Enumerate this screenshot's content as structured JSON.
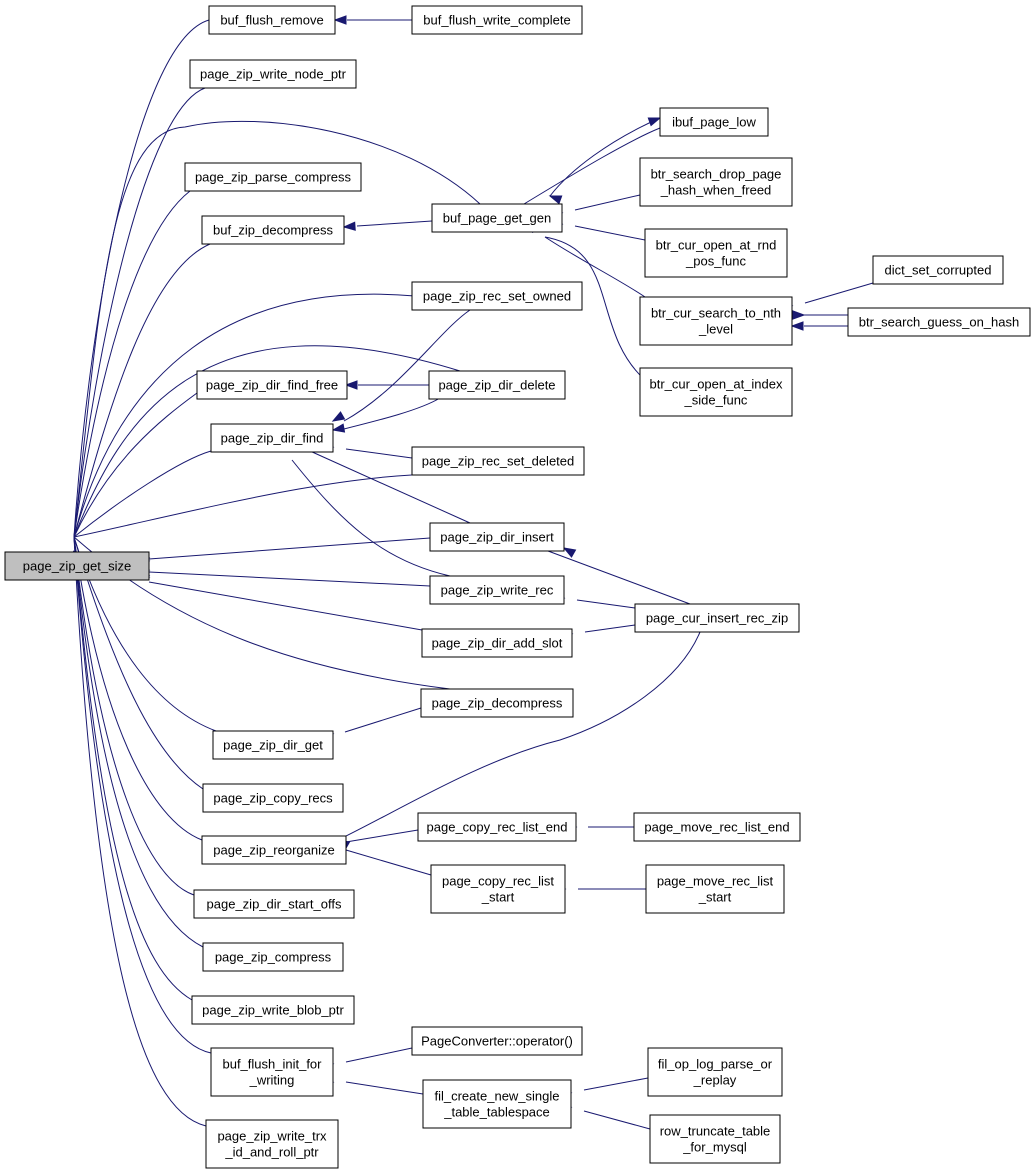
{
  "graph": {
    "edge_color": "#191970",
    "root_fill": "#bfbfbf",
    "node_fill": "#ffffff",
    "nodes": {
      "page_zip_get_size": {
        "label": [
          "page_zip_get_size"
        ]
      },
      "buf_flush_remove": {
        "label": [
          "buf_flush_remove"
        ]
      },
      "buf_flush_write_complete": {
        "label": [
          "buf_flush_write_complete"
        ]
      },
      "page_zip_write_node_ptr": {
        "label": [
          "page_zip_write_node_ptr"
        ]
      },
      "ibuf_page_low": {
        "label": [
          "ibuf_page_low"
        ]
      },
      "btr_search_drop_page_hash": {
        "label": [
          "btr_search_drop_page",
          "_hash_when_freed"
        ]
      },
      "page_zip_parse_compress": {
        "label": [
          "page_zip_parse_compress"
        ]
      },
      "buf_zip_decompress": {
        "label": [
          "buf_zip_decompress"
        ]
      },
      "buf_page_get_gen": {
        "label": [
          "buf_page_get_gen"
        ]
      },
      "btr_cur_open_at_rnd": {
        "label": [
          "btr_cur_open_at_rnd",
          "_pos_func"
        ]
      },
      "dict_set_corrupted": {
        "label": [
          "dict_set_corrupted"
        ]
      },
      "page_zip_rec_set_owned": {
        "label": [
          "page_zip_rec_set_owned"
        ]
      },
      "btr_cur_search_to_nth": {
        "label": [
          "btr_cur_search_to_nth",
          "_level"
        ]
      },
      "btr_search_guess_on_hash": {
        "label": [
          "btr_search_guess_on_hash"
        ]
      },
      "btr_cur_open_at_index": {
        "label": [
          "btr_cur_open_at_index",
          "_side_func"
        ]
      },
      "page_zip_dir_find_free": {
        "label": [
          "page_zip_dir_find_free"
        ]
      },
      "page_zip_dir_delete": {
        "label": [
          "page_zip_dir_delete"
        ]
      },
      "page_zip_dir_find": {
        "label": [
          "page_zip_dir_find"
        ]
      },
      "page_zip_rec_set_deleted": {
        "label": [
          "page_zip_rec_set_deleted"
        ]
      },
      "page_zip_dir_insert": {
        "label": [
          "page_zip_dir_insert"
        ]
      },
      "page_zip_write_rec": {
        "label": [
          "page_zip_write_rec"
        ]
      },
      "page_cur_insert_rec_zip": {
        "label": [
          "page_cur_insert_rec_zip"
        ]
      },
      "page_zip_dir_add_slot": {
        "label": [
          "page_zip_dir_add_slot"
        ]
      },
      "page_zip_decompress": {
        "label": [
          "page_zip_decompress"
        ]
      },
      "page_zip_dir_get": {
        "label": [
          "page_zip_dir_get"
        ]
      },
      "page_zip_copy_recs": {
        "label": [
          "page_zip_copy_recs"
        ]
      },
      "page_copy_rec_list_end": {
        "label": [
          "page_copy_rec_list_end"
        ]
      },
      "page_move_rec_list_end": {
        "label": [
          "page_move_rec_list_end"
        ]
      },
      "page_zip_reorganize": {
        "label": [
          "page_zip_reorganize"
        ]
      },
      "page_copy_rec_list_start": {
        "label": [
          "page_copy_rec_list",
          "_start"
        ]
      },
      "page_move_rec_list_start": {
        "label": [
          "page_move_rec_list",
          "_start"
        ]
      },
      "page_zip_dir_start_offs": {
        "label": [
          "page_zip_dir_start_offs"
        ]
      },
      "page_zip_compress": {
        "label": [
          "page_zip_compress"
        ]
      },
      "page_zip_write_blob_ptr": {
        "label": [
          "page_zip_write_blob_ptr"
        ]
      },
      "PageConverter_operator": {
        "label": [
          "PageConverter::operator()"
        ]
      },
      "buf_flush_init_for_writing": {
        "label": [
          "buf_flush_init_for",
          "_writing"
        ]
      },
      "fil_op_log_parse_or_replay": {
        "label": [
          "fil_op_log_parse_or",
          "_replay"
        ]
      },
      "fil_create_new_single_table_tablespace": {
        "label": [
          "fil_create_new_single",
          "_table_tablespace"
        ]
      },
      "row_truncate_table_for_mysql": {
        "label": [
          "row_truncate_table",
          "_for_mysql"
        ]
      },
      "page_zip_write_trx_id_and_roll_ptr": {
        "label": [
          "page_zip_write_trx",
          "_id_and_roll_ptr"
        ]
      }
    },
    "edges": [
      [
        "page_zip_get_size",
        "buf_flush_remove"
      ],
      [
        "buf_flush_remove",
        "buf_flush_write_complete"
      ],
      [
        "page_zip_get_size",
        "page_zip_write_node_ptr"
      ],
      [
        "page_zip_get_size",
        "buf_page_get_gen"
      ],
      [
        "page_zip_get_size",
        "page_zip_parse_compress"
      ],
      [
        "page_zip_get_size",
        "buf_zip_decompress"
      ],
      [
        "buf_zip_decompress",
        "buf_page_get_gen"
      ],
      [
        "buf_page_get_gen",
        "ibuf_page_low"
      ],
      [
        "ibuf_page_low",
        "buf_page_get_gen"
      ],
      [
        "buf_page_get_gen",
        "btr_search_drop_page_hash"
      ],
      [
        "buf_page_get_gen",
        "btr_cur_open_at_rnd"
      ],
      [
        "buf_page_get_gen",
        "btr_cur_search_to_nth"
      ],
      [
        "buf_page_get_gen",
        "btr_cur_open_at_index"
      ],
      [
        "btr_cur_search_to_nth",
        "dict_set_corrupted"
      ],
      [
        "btr_cur_search_to_nth",
        "btr_search_guess_on_hash"
      ],
      [
        "btr_search_guess_on_hash",
        "btr_cur_search_to_nth"
      ],
      [
        "page_zip_get_size",
        "page_zip_rec_set_owned"
      ],
      [
        "page_zip_get_size",
        "page_zip_dir_delete"
      ],
      [
        "page_zip_get_size",
        "page_zip_dir_find_free"
      ],
      [
        "page_zip_dir_find_free",
        "page_zip_dir_delete"
      ],
      [
        "page_zip_get_size",
        "page_zip_dir_find"
      ],
      [
        "page_zip_dir_find",
        "page_zip_rec_set_owned"
      ],
      [
        "page_zip_dir_find",
        "page_zip_dir_delete"
      ],
      [
        "page_zip_dir_find",
        "page_zip_rec_set_deleted"
      ],
      [
        "page_zip_dir_find",
        "page_zip_dir_insert"
      ],
      [
        "page_zip_dir_find",
        "page_zip_write_rec"
      ],
      [
        "page_zip_get_size",
        "page_zip_rec_set_deleted"
      ],
      [
        "page_zip_get_size",
        "page_zip_dir_insert"
      ],
      [
        "page_zip_get_size",
        "page_zip_write_rec"
      ],
      [
        "page_zip_get_size",
        "page_zip_dir_add_slot"
      ],
      [
        "page_zip_dir_insert",
        "page_cur_insert_rec_zip"
      ],
      [
        "page_zip_write_rec",
        "page_cur_insert_rec_zip"
      ],
      [
        "page_zip_dir_add_slot",
        "page_cur_insert_rec_zip"
      ],
      [
        "page_zip_get_size",
        "page_zip_decompress"
      ],
      [
        "page_zip_get_size",
        "page_zip_dir_get"
      ],
      [
        "page_zip_dir_get",
        "page_zip_decompress"
      ],
      [
        "page_zip_get_size",
        "page_zip_copy_recs"
      ],
      [
        "page_zip_get_size",
        "page_zip_reorganize"
      ],
      [
        "page_zip_reorganize",
        "page_cur_insert_rec_zip"
      ],
      [
        "page_zip_reorganize",
        "page_copy_rec_list_end"
      ],
      [
        "page_zip_reorganize",
        "page_copy_rec_list_start"
      ],
      [
        "page_copy_rec_list_end",
        "page_move_rec_list_end"
      ],
      [
        "page_copy_rec_list_start",
        "page_move_rec_list_start"
      ],
      [
        "page_zip_get_size",
        "page_zip_dir_start_offs"
      ],
      [
        "page_zip_get_size",
        "page_zip_compress"
      ],
      [
        "page_zip_get_size",
        "page_zip_write_blob_ptr"
      ],
      [
        "page_zip_get_size",
        "buf_flush_init_for_writing"
      ],
      [
        "buf_flush_init_for_writing",
        "PageConverter_operator"
      ],
      [
        "buf_flush_init_for_writing",
        "fil_create_new_single_table_tablespace"
      ],
      [
        "fil_create_new_single_table_tablespace",
        "fil_op_log_parse_or_replay"
      ],
      [
        "fil_create_new_single_table_tablespace",
        "row_truncate_table_for_mysql"
      ],
      [
        "page_zip_get_size",
        "page_zip_write_trx_id_and_roll_ptr"
      ]
    ]
  }
}
